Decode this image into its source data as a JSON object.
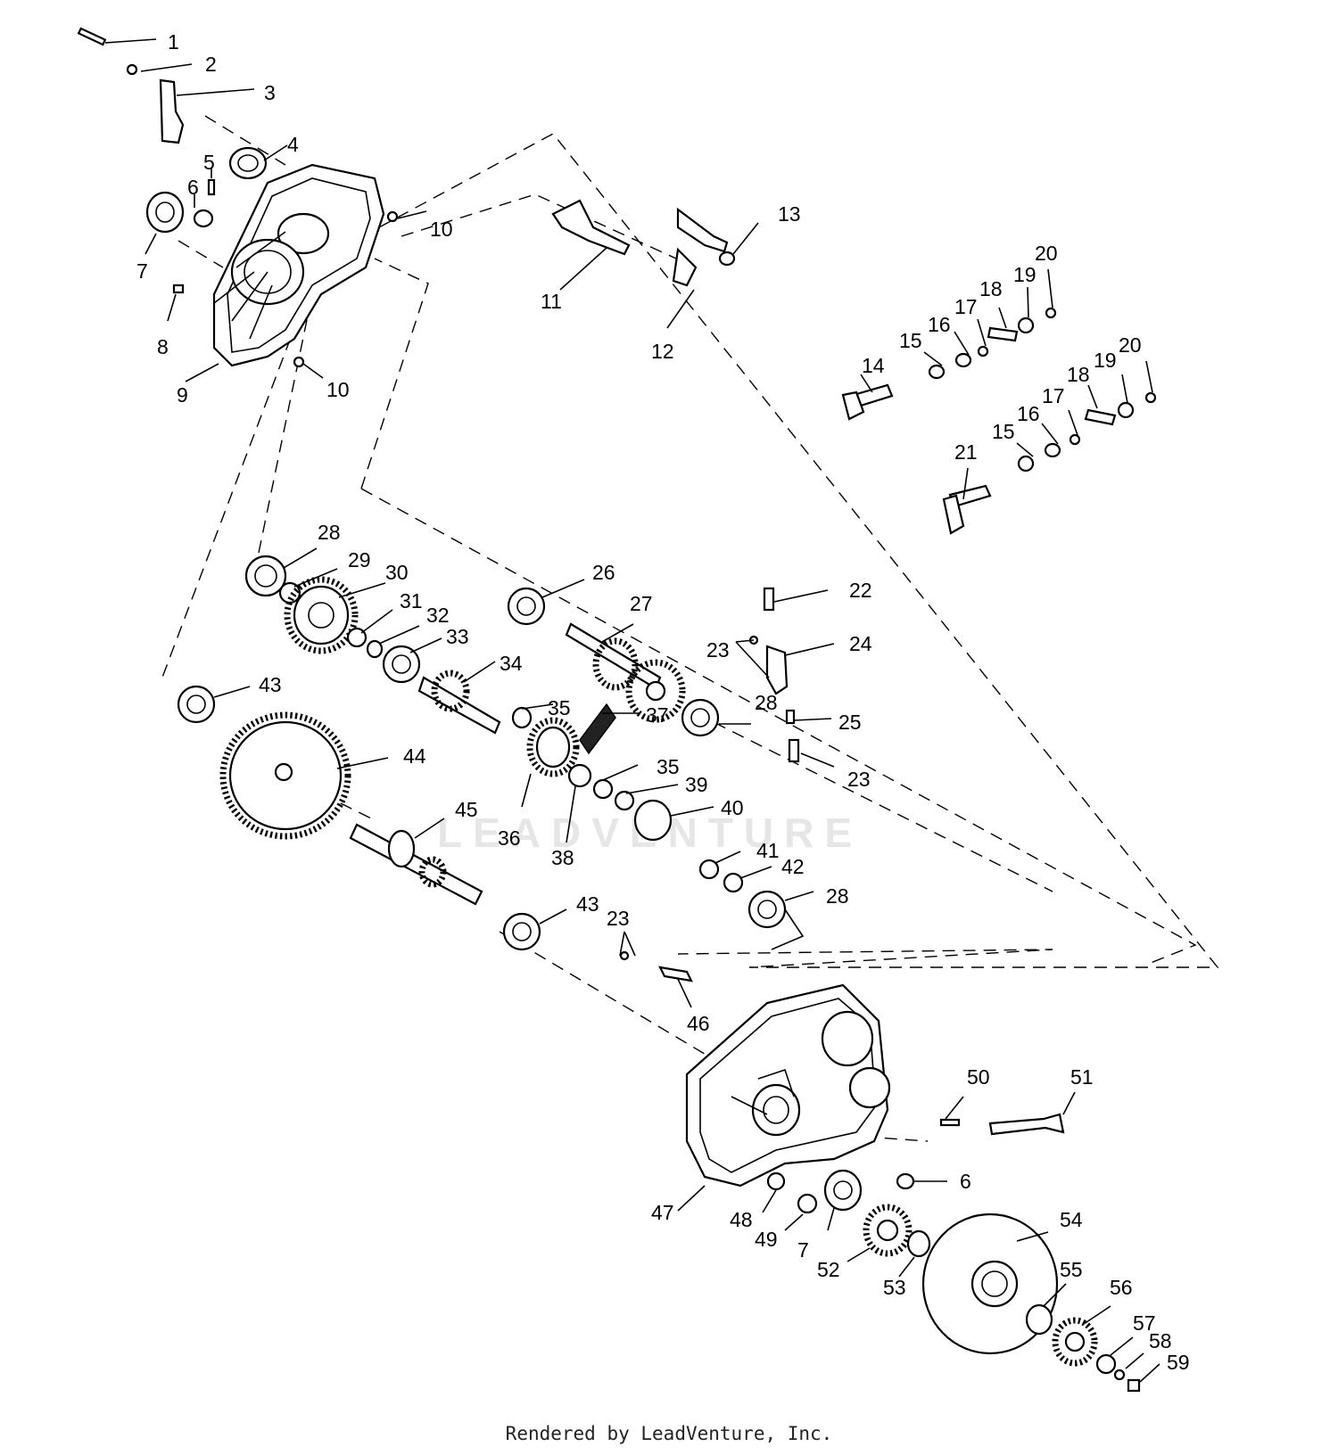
{
  "watermark": "LEADVENTURE",
  "footer": "Rendered by LeadVenture, Inc.",
  "callouts": [
    {
      "id": "c1",
      "label": "1"
    },
    {
      "id": "c2",
      "label": "2"
    },
    {
      "id": "c3",
      "label": "3"
    },
    {
      "id": "c4",
      "label": "4"
    },
    {
      "id": "c5",
      "label": "5"
    },
    {
      "id": "c6a",
      "label": "6"
    },
    {
      "id": "c7a",
      "label": "7"
    },
    {
      "id": "c8",
      "label": "8"
    },
    {
      "id": "c9",
      "label": "9"
    },
    {
      "id": "c10a",
      "label": "10"
    },
    {
      "id": "c10b",
      "label": "10"
    },
    {
      "id": "c11",
      "label": "11"
    },
    {
      "id": "c12",
      "label": "12"
    },
    {
      "id": "c13",
      "label": "13"
    },
    {
      "id": "c14",
      "label": "14"
    },
    {
      "id": "c15a",
      "label": "15"
    },
    {
      "id": "c16a",
      "label": "16"
    },
    {
      "id": "c17a",
      "label": "17"
    },
    {
      "id": "c18a",
      "label": "18"
    },
    {
      "id": "c19a",
      "label": "19"
    },
    {
      "id": "c20a",
      "label": "20"
    },
    {
      "id": "c15b",
      "label": "15"
    },
    {
      "id": "c16b",
      "label": "16"
    },
    {
      "id": "c17b",
      "label": "17"
    },
    {
      "id": "c18b",
      "label": "18"
    },
    {
      "id": "c19b",
      "label": "19"
    },
    {
      "id": "c20b",
      "label": "20"
    },
    {
      "id": "c21",
      "label": "21"
    },
    {
      "id": "c22",
      "label": "22"
    },
    {
      "id": "c23a",
      "label": "23"
    },
    {
      "id": "c24",
      "label": "24"
    },
    {
      "id": "c25",
      "label": "25"
    },
    {
      "id": "c23b",
      "label": "23"
    },
    {
      "id": "c26",
      "label": "26"
    },
    {
      "id": "c27",
      "label": "27"
    },
    {
      "id": "c28a",
      "label": "28"
    },
    {
      "id": "c28b",
      "label": "28"
    },
    {
      "id": "c28c",
      "label": "28"
    },
    {
      "id": "c29",
      "label": "29"
    },
    {
      "id": "c30",
      "label": "30"
    },
    {
      "id": "c31",
      "label": "31"
    },
    {
      "id": "c32",
      "label": "32"
    },
    {
      "id": "c33",
      "label": "33"
    },
    {
      "id": "c34",
      "label": "34"
    },
    {
      "id": "c35a",
      "label": "35"
    },
    {
      "id": "c35b",
      "label": "35"
    },
    {
      "id": "c36",
      "label": "36"
    },
    {
      "id": "c37",
      "label": "37"
    },
    {
      "id": "c38",
      "label": "38"
    },
    {
      "id": "c39",
      "label": "39"
    },
    {
      "id": "c40",
      "label": "40"
    },
    {
      "id": "c41",
      "label": "41"
    },
    {
      "id": "c42",
      "label": "42"
    },
    {
      "id": "c43a",
      "label": "43"
    },
    {
      "id": "c43b",
      "label": "43"
    },
    {
      "id": "c44",
      "label": "44"
    },
    {
      "id": "c45",
      "label": "45"
    },
    {
      "id": "c23c",
      "label": "23"
    },
    {
      "id": "c46",
      "label": "46"
    },
    {
      "id": "c47",
      "label": "47"
    },
    {
      "id": "c48",
      "label": "48"
    },
    {
      "id": "c49",
      "label": "49"
    },
    {
      "id": "c7b",
      "label": "7"
    },
    {
      "id": "c50",
      "label": "50"
    },
    {
      "id": "c51",
      "label": "51"
    },
    {
      "id": "c6b",
      "label": "6"
    },
    {
      "id": "c52",
      "label": "52"
    },
    {
      "id": "c53",
      "label": "53"
    },
    {
      "id": "c54",
      "label": "54"
    },
    {
      "id": "c55",
      "label": "55"
    },
    {
      "id": "c56",
      "label": "56"
    },
    {
      "id": "c57",
      "label": "57"
    },
    {
      "id": "c58",
      "label": "58"
    },
    {
      "id": "c59",
      "label": "59"
    }
  ]
}
